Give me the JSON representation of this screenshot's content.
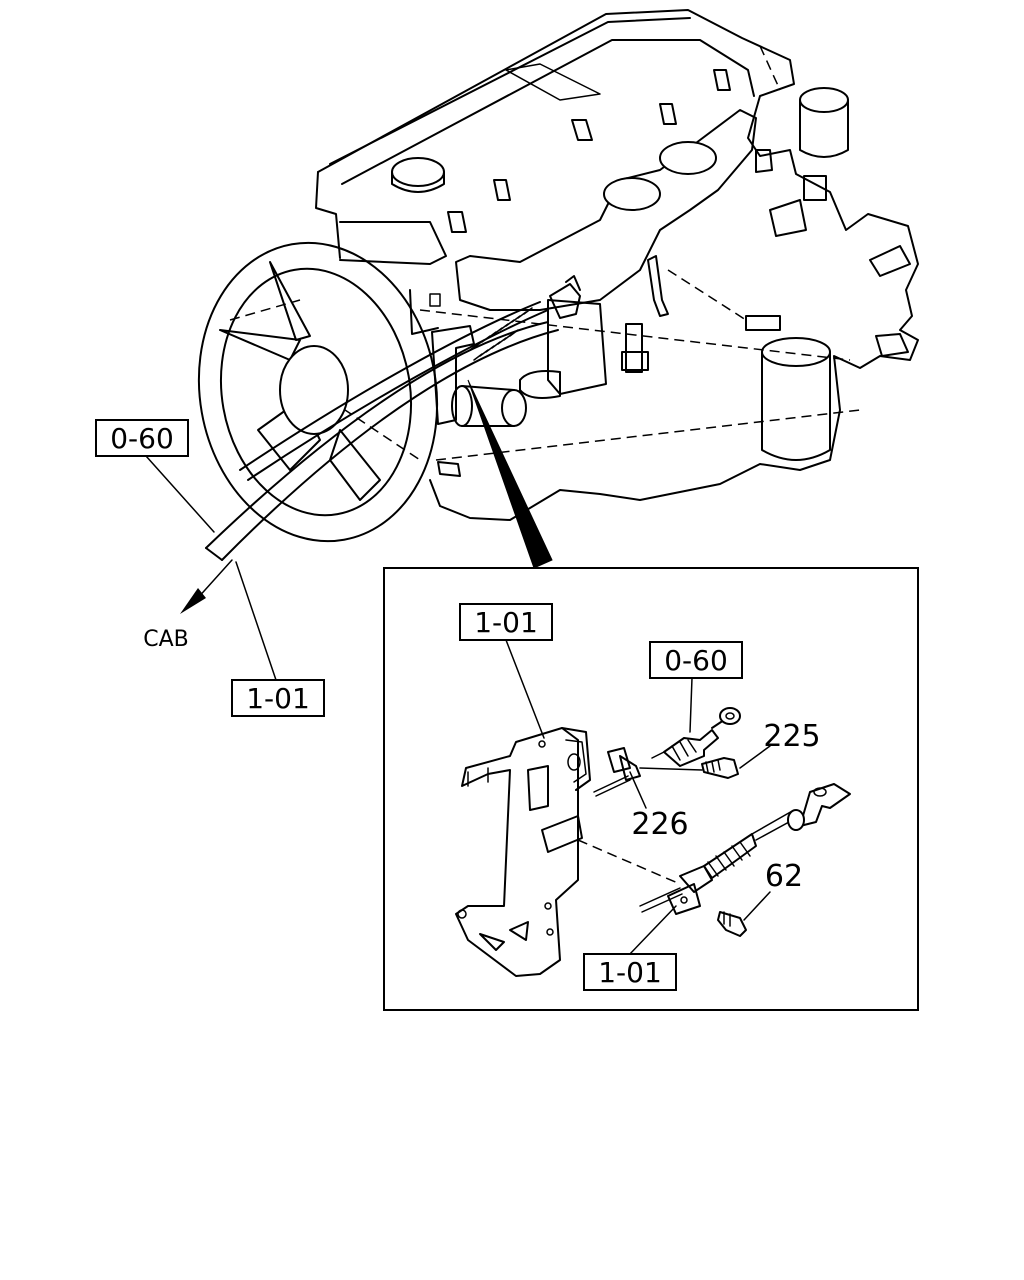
{
  "labels": {
    "ref_060_main": "0-60",
    "ref_101_main": "1-01",
    "cab": "CAB",
    "ref_101_detail_top": "1-01",
    "ref_060_detail": "0-60",
    "part_225": "225",
    "part_226": "226",
    "part_62": "62",
    "ref_101_detail_bottom": "1-01"
  }
}
